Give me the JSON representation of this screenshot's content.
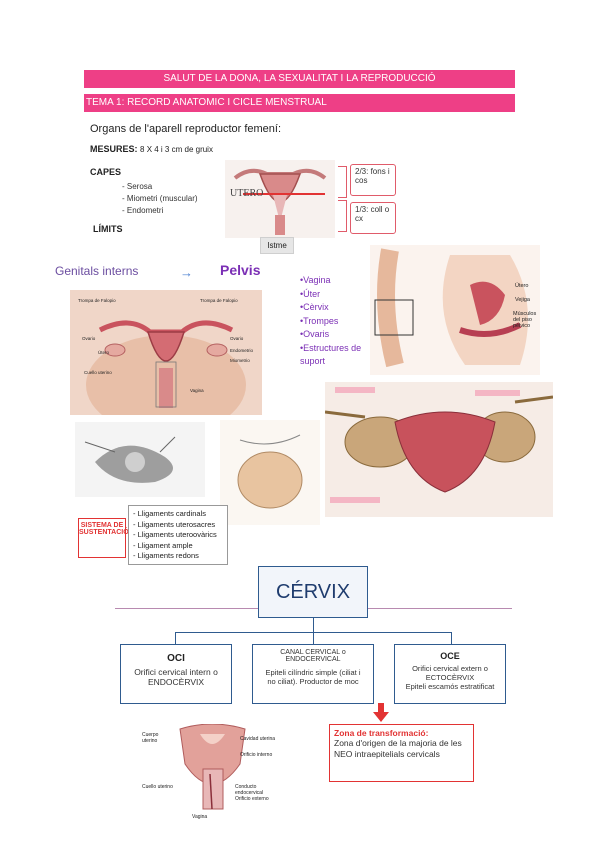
{
  "header": {
    "title": "SALUT DE LA DONA, LA SEXUALITAT I LA REPRODUCCIÓ",
    "subtitle": "TEMA 1: RECORD ANATOMIC I CICLE MENSTRUAL"
  },
  "intro": "Organs de l'aparell reproductor femení:",
  "measures": {
    "label": "MESURES:",
    "value": "8 X 4 i 3 cm de gruix",
    "capes_label": "CAPES",
    "capes": [
      "- Serosa",
      "- Miometri (muscular)",
      "- Endometri"
    ],
    "limits_label": "LÍMITS",
    "utero_label": "UTERO",
    "fundus": "2/3: fons i cos",
    "cervix_third": "1/3: coll o cx",
    "istme": "Istme"
  },
  "genitals": {
    "label": "Genitals interns",
    "pelvis": "Pelvis",
    "items": [
      "•Vagina",
      "•Úter",
      "•Cèrvix",
      "•Trompes",
      "•Ovaris",
      "•Estructures de suport"
    ]
  },
  "figure_labels": {
    "uterus_front": [
      "Trompa de Falopio",
      "Trompa de Falopio",
      "Ovario",
      "Ovario",
      "Útero",
      "Endometrio",
      "Miometrio",
      "Cuello uterino",
      "Vagina"
    ],
    "sagittal": [
      "Útero",
      "Vejiga",
      "Músculos del piso pélvico"
    ],
    "cervix_section": [
      "Cuerpo uterino",
      "Cavidad uterina",
      "Orificio interno",
      "Cuello uterino",
      "Conducto endocervical",
      "Orificio externo",
      "Vagina"
    ]
  },
  "support": {
    "title": "SISTEMA DE SUSTENTACIÓ",
    "items": [
      "- Lligaments cardinals",
      "- Lligaments uterosacres",
      "- Lligaments uteroovàrics",
      "- Lligament ample",
      "- Lligaments redons"
    ]
  },
  "cervix": {
    "title": "CÉRVIX",
    "boxes": [
      {
        "heading": "OCI",
        "lines": [
          "Orifici cervical intern o",
          "ENDOCÈRVIX"
        ]
      },
      {
        "heading": "CANAL CERVICAL o ENDOCERVICAL",
        "lines": [
          "Epiteli cilíndric simple (ciliat i",
          "no ciliat). Productor de moc"
        ]
      },
      {
        "heading": "OCE",
        "lines": [
          "Orifici cervical extern o",
          "ECTOCÈRVIX",
          "Epiteli escamós estratificat"
        ]
      }
    ],
    "zone_title": "Zona de transformació:",
    "zone_text": "Zona d'origen de la majoria de les NEO intraepitelials cervicals"
  },
  "colors": {
    "accent": "#ee3f86",
    "red": "#e23333",
    "navy": "#1f3c6e",
    "purple": "#7b2fb5",
    "blue_arrow": "#4a7fd0"
  }
}
